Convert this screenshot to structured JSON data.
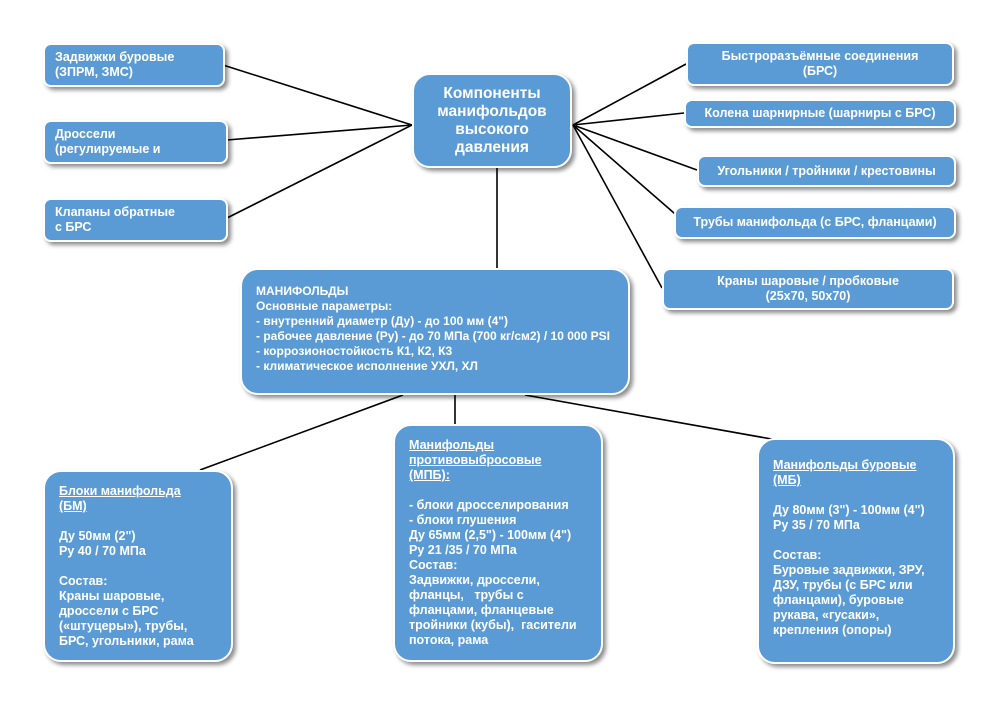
{
  "central": {
    "lines": [
      "Компоненты",
      "манифольдов",
      "высокого",
      "давления"
    ]
  },
  "left_items": [
    {
      "lines": [
        "Задвижки буровые",
        "(ЗПРМ, ЗМС)"
      ]
    },
    {
      "lines": [
        "Дроссели",
        "(регулируемые и"
      ]
    },
    {
      "lines": [
        "Клапаны обратные",
        "с БРС"
      ]
    }
  ],
  "right_items": [
    {
      "lines": [
        "Быстроразъёмные соединения",
        "(БРС)"
      ]
    },
    {
      "lines": [
        "Колена шарнирные (шарниры с БРС)"
      ]
    },
    {
      "lines": [
        "Угольники / тройники / крестовины"
      ]
    },
    {
      "lines": [
        "Трубы манифольда (с БРС, фланцами)"
      ]
    },
    {
      "lines": [
        "Краны шаровые / пробковые",
        "(25х70, 50х70)"
      ]
    }
  ],
  "main": {
    "title": "МАНИФОЛЬДЫ",
    "subtitle": "Основные параметры:",
    "params": [
      "- внутренний диаметр (Ду) - до 100 мм (4\")",
      "- рабочее давление (Ру) - до 70 МПа (700 кг/см2) / 10 000 PSI",
      "- коррозионостойкость К1, К2, К3",
      "- климатическое исполнение УХЛ, ХЛ"
    ]
  },
  "bm": {
    "title_lines": [
      "Блоки манифольда",
      "(БМ)"
    ],
    "specs": [
      "Ду 50мм (2\")",
      "Ру 40 / 70 МПа"
    ],
    "composition_label": "Состав:",
    "composition_lines": [
      "Краны шаровые,",
      "дроссели с БРС",
      "(«штуцеры»), трубы,",
      "БРС, угольники, рама"
    ]
  },
  "mpb": {
    "title_lines": [
      "Манифольды",
      "противовыбросовые",
      "(МПБ):"
    ],
    "items": [
      "- блоки дросселирования",
      "- блоки глушения"
    ],
    "specs": [
      "Ду 65мм (2,5\") - 100мм (4\")",
      "Ру 21 /35 / 70 МПа"
    ],
    "composition_label": "Состав:",
    "composition_lines": [
      "Задвижки, дроссели,",
      "фланцы,   трубы с",
      "фланцами, фланцевые",
      "тройники (кубы),  гасители",
      "потока, рама"
    ]
  },
  "mb": {
    "title_lines": [
      "Манифольды буровые",
      "(МБ)"
    ],
    "specs": [
      "Ду 80мм (3\") - 100мм (4\")",
      "Ру 35 / 70 МПа"
    ],
    "composition_label": "Состав:",
    "composition_lines": [
      "Буровые задвижки, ЗРУ,",
      "ДЗУ, трубы (с БРС или",
      "фланцами), буровые",
      "рукава, «гусаки»,",
      "крепления (опоры)"
    ]
  }
}
